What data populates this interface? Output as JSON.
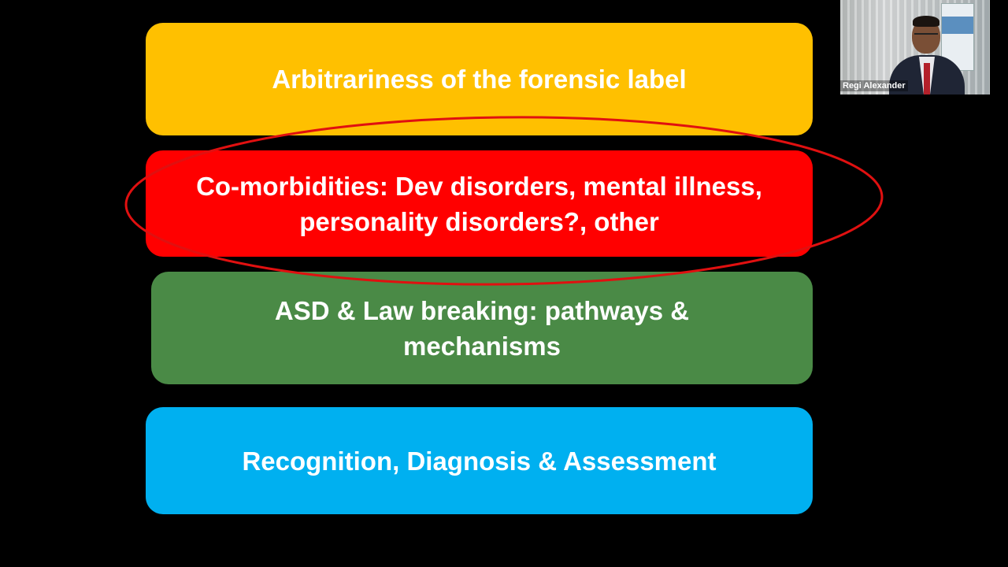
{
  "slide": {
    "boxes": [
      {
        "text": "Arbitrariness of the forensic label",
        "color": "#FFC000"
      },
      {
        "line1": "Co-morbidities: Dev disorders, mental illness,",
        "line2": "personality disorders?, other",
        "color": "#FF0000"
      },
      {
        "line1": "ASD & Law breaking: pathways &",
        "line2": "mechanisms",
        "color": "#4A8A46"
      },
      {
        "text": "Recognition, Diagnosis & Assessment",
        "color": "#00B0F0"
      }
    ],
    "annotation_color": "#E01010"
  },
  "video": {
    "participant_name": "Regi Alexander"
  }
}
